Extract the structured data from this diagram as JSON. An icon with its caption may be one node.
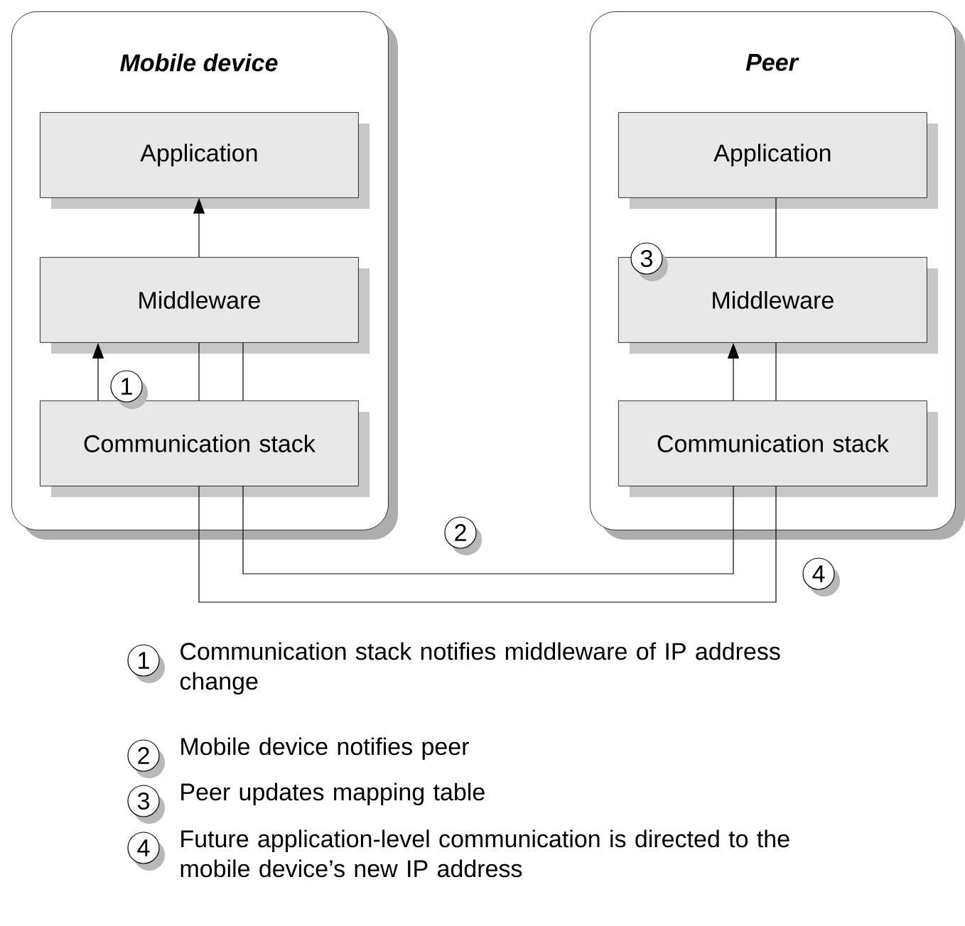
{
  "diagram": {
    "nodes": [
      {
        "text": [
          "Mobile device"
        ]
      },
      {
        "text": [
          "Application"
        ],
        "in": 0
      },
      {
        "text": [
          "Middleware"
        ],
        "in": 0
      },
      {
        "text": [
          "Communication stack"
        ],
        "in": 0
      },
      {
        "text": [
          "Peer"
        ]
      },
      {
        "text": [
          "Application"
        ],
        "in": 4
      },
      {
        "text": [
          "Middleware"
        ],
        "in": 4
      },
      {
        "text": [
          "Communication stack"
        ],
        "in": 4
      }
    ],
    "edges": [
      {
        "from": 2,
        "to": 1,
        "arrow": "to"
      },
      {
        "from": 3,
        "to": 2,
        "arrow": "to"
      },
      {
        "from": 3,
        "to": 2,
        "arrow": "none"
      },
      {
        "from": 3,
        "to": 2,
        "arrow": "none"
      },
      {
        "from": 3,
        "to": 7,
        "arrow": "none"
      },
      {
        "from": 7,
        "to": 6,
        "arrow": "to"
      },
      {
        "from": 3,
        "to": 7,
        "arrow": "none"
      },
      {
        "from": 7,
        "to": 6,
        "arrow": "none"
      },
      {
        "from": 6,
        "to": 5,
        "arrow": "none"
      }
    ],
    "labels": [
      "3",
      "1",
      "2",
      "4",
      "1",
      "Communication stack notifies middleware of IP address change",
      "2",
      "Mobile device notifies peer",
      "3",
      "Peer updates mapping table",
      "4",
      "Future application-level communication is directed to the mobile device’s new IP address"
    ]
  }
}
